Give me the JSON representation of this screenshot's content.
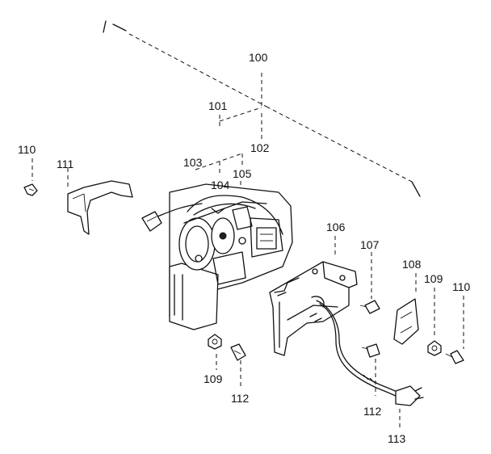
{
  "callouts": {
    "c100": "100",
    "c101": "101",
    "c102": "102",
    "c103": "103",
    "c104": "104",
    "c105": "105",
    "c106": "106",
    "c107": "107",
    "c108": "108",
    "c109a": "109",
    "c109b": "109",
    "c110a": "110",
    "c110b": "110",
    "c111": "111",
    "c112a": "112",
    "c112b": "112",
    "c113": "113"
  }
}
